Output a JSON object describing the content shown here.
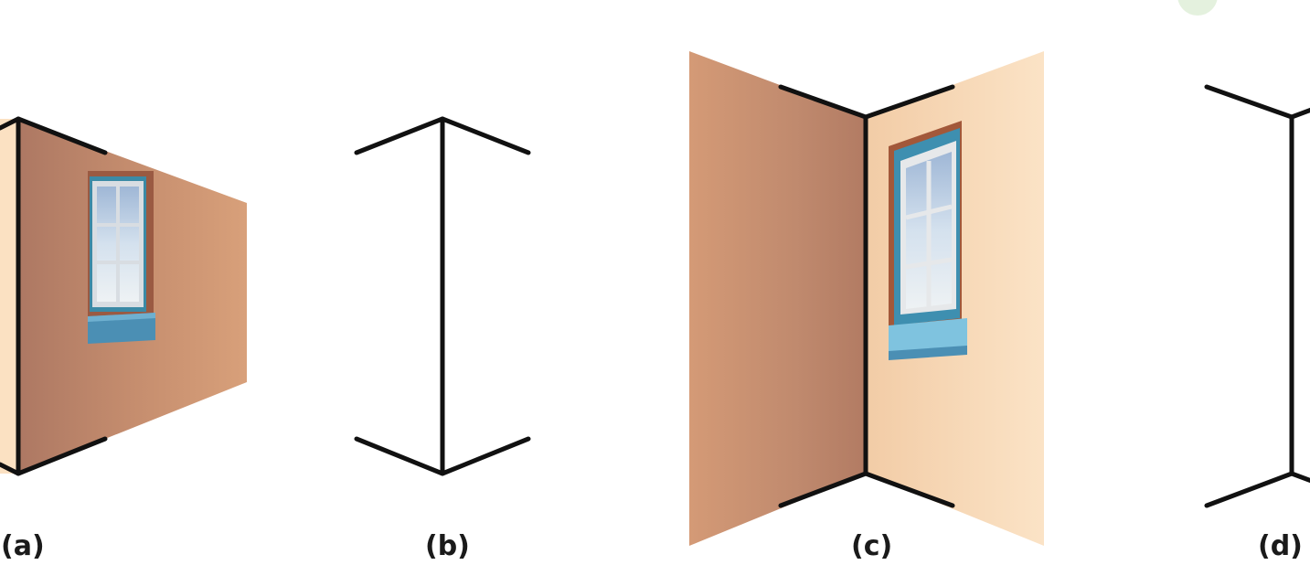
{
  "labels": {
    "a": "(a)",
    "b": "(b)",
    "c": "(c)",
    "d": "(d)"
  },
  "colors": {
    "wall_dark_start": "#b5806a",
    "wall_dark_end": "#d29c78",
    "wall_light_start": "#f3cfaa",
    "wall_light_end": "#fbe7cf",
    "frame_blue": "#3e8fb0",
    "frame_rust": "#a2583a",
    "sill_blue": "#4b95be",
    "sill_light": "#7fc3df",
    "line_black": "#111111",
    "accent_green": "#e4f1de"
  }
}
